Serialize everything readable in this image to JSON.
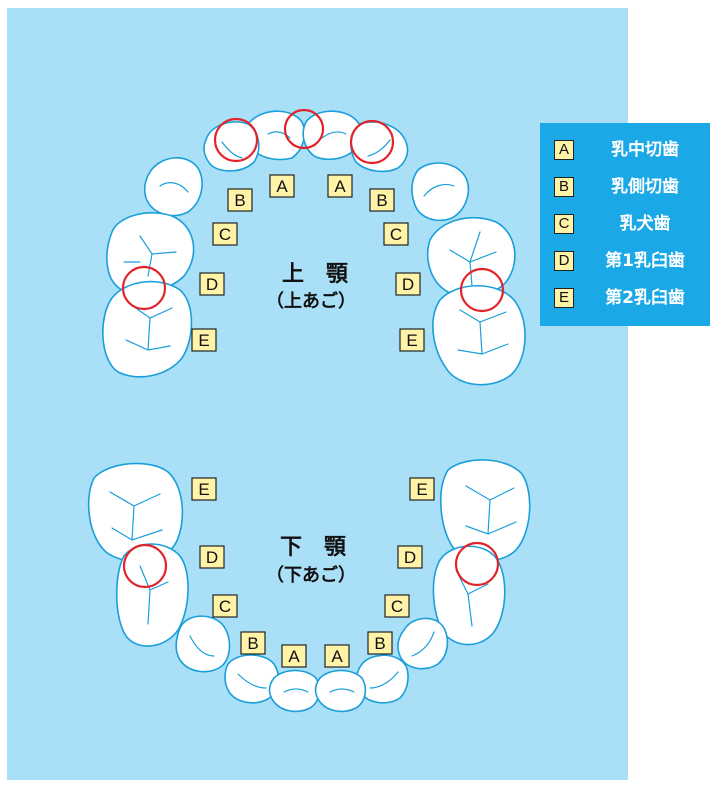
{
  "upper_jaw": {
    "title": "上　顎",
    "subtitle": "（上あご）"
  },
  "lower_jaw": {
    "title": "下　顎",
    "subtitle": "（下あご）"
  },
  "tooth_labels": {
    "A": "A",
    "B": "B",
    "C": "C",
    "D": "D",
    "E": "E"
  },
  "legend": [
    {
      "key": "A",
      "name": "乳中切歯"
    },
    {
      "key": "B",
      "name": "乳側切歯"
    },
    {
      "key": "C",
      "name": "乳犬歯"
    },
    {
      "key": "D",
      "name": "第1乳臼歯"
    },
    {
      "key": "E",
      "name": "第2乳臼歯"
    }
  ],
  "colors": {
    "background": "#aadff8",
    "legend_bg": "#1aa8e6",
    "tooth_outline": "#1a9fd9",
    "label_box": "#fff3a8",
    "highlight_ring": "#e2232a"
  }
}
